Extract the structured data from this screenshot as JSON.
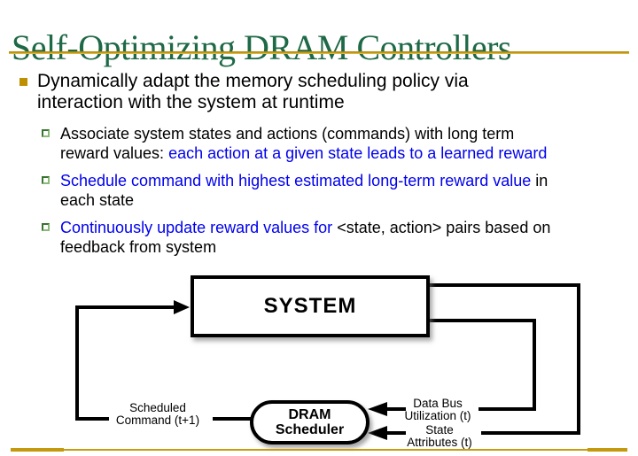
{
  "slide": {
    "title": "Self-Optimizing DRAM Controllers",
    "colors": {
      "title_green": "#1E6946",
      "accent_gold": "#BE8F00",
      "emphasis_blue": "#0000EE",
      "body_black": "#000000"
    }
  },
  "bullets": [
    {
      "level": 1,
      "lines": [
        [
          {
            "t": "Dynamically adapt the memory scheduling policy via",
            "c": "black"
          }
        ],
        [
          {
            "t": "interaction with the system at runtime",
            "c": "black"
          }
        ]
      ]
    },
    {
      "level": 2,
      "lines": [
        [
          {
            "t": "Associate system states and actions (commands) with long term",
            "c": "black"
          }
        ],
        [
          {
            "t": "reward values: ",
            "c": "black"
          },
          {
            "t": "each action at a given state leads to a learned reward",
            "c": "blue"
          }
        ]
      ]
    },
    {
      "level": 2,
      "lines": [
        [
          {
            "t": "Schedule command with highest estimated long-term reward value",
            "c": "blue"
          },
          {
            "t": " in",
            "c": "black"
          }
        ],
        [
          {
            "t": "each state",
            "c": "black"
          }
        ]
      ]
    },
    {
      "level": 2,
      "lines": [
        [
          {
            "t": "Continuously update reward values for ",
            "c": "blue"
          },
          {
            "t": "<state, action> pairs based on",
            "c": "black"
          }
        ],
        [
          {
            "t": "feedback from system",
            "c": "black"
          }
        ]
      ]
    }
  ],
  "diagram": {
    "system_label": "SYSTEM",
    "scheduler_label_line1": "DRAM",
    "scheduler_label_line2": "Scheduler",
    "output_label_line1": "Scheduled",
    "output_label_line2": "Command (t+1)",
    "input1_label_line1": "Data Bus",
    "input1_label_line2": "Utilization (t)",
    "input2_label_line1": "State",
    "input2_label_line2": "Attributes (t)"
  }
}
